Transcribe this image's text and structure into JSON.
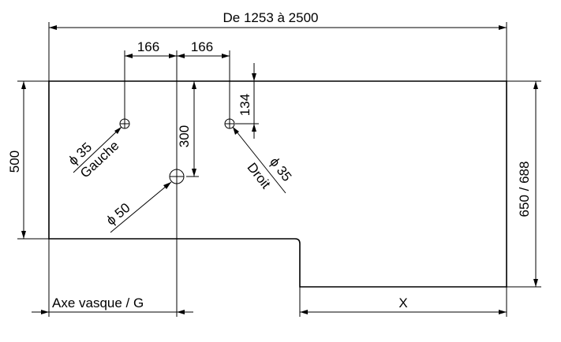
{
  "drawing": {
    "overall_width": "De 1253 à 2500",
    "left_height": "500",
    "right_height": "650 / 688",
    "bottom_right_dim": "X",
    "sink_axis": "Axe vasque / G",
    "offset_left": "166",
    "offset_right": "166",
    "height_300": "300",
    "height_134": "134",
    "hole_left_diameter": "35",
    "hole_left_label": "Gauche",
    "hole_center_diameter": "50",
    "hole_right_diameter": "35",
    "hole_right_label": "Droit",
    "diameter_symbol": "ϕ"
  }
}
